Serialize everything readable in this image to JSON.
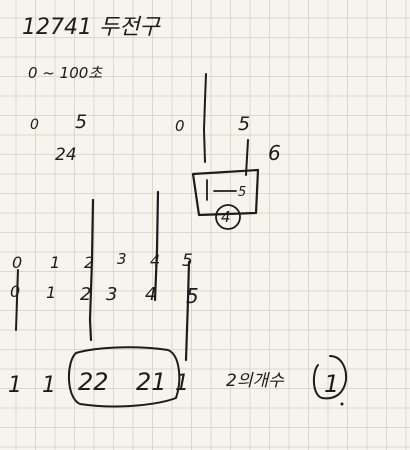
{
  "title": "12741 두전구",
  "range": "0 ~ 100초",
  "row1_left": [
    "0",
    "5"
  ],
  "row1_left_sub": "24",
  "row1_right": [
    "0",
    "5",
    "6"
  ],
  "boxed_sub": [
    "5",
    "4"
  ],
  "row_a": [
    "0",
    "1",
    "2",
    "3",
    "4",
    "5"
  ],
  "row_b": [
    "0",
    "1",
    "2",
    "3",
    "4",
    "5"
  ],
  "bottom_marks": [
    "1",
    "1",
    "22",
    "21",
    "1"
  ],
  "bottom_label": "2의개수",
  "circled_value": "1"
}
